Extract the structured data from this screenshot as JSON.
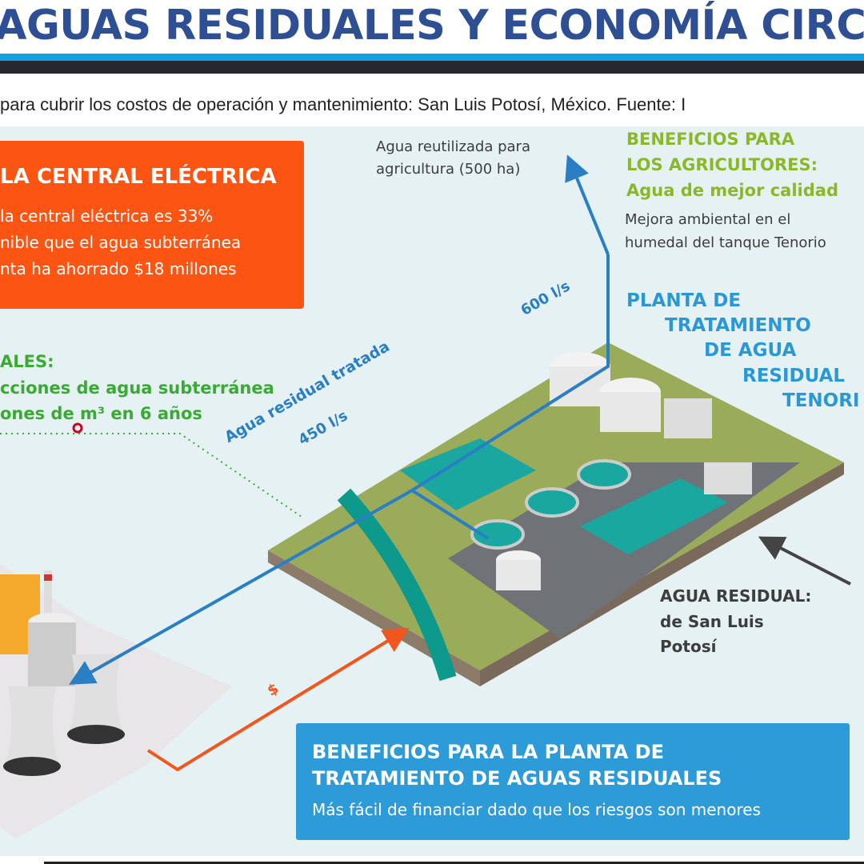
{
  "header": {
    "title": "AGUAS RESIDUALES Y ECONOMÍA CIRCU",
    "caption": "para cubrir los costos de operación y mantenimiento: San Luis Potosí, México. Fuente: I"
  },
  "power_plant_box": {
    "title": "LA CENTRAL ELÉCTRICA",
    "lines": [
      "la central eléctrica es 33%",
      "nible que el agua subterránea",
      "nta ha ahorrado $18 millones"
    ]
  },
  "environment": {
    "title": "ALES:",
    "lines": [
      "cciones de agua subterránea",
      "ones de m³ en 6 años"
    ]
  },
  "flows": {
    "treated": "Agua residual tratada",
    "flow_450": "450 l/s",
    "flow_600": "600 l/s",
    "money": "$",
    "reuse": [
      "Agua reutilizada para",
      "agricultura (500 ha)"
    ]
  },
  "farmers": {
    "title": [
      "BENEFICIOS PARA",
      "LOS AGRICULTORES:",
      "Agua de mejor calidad"
    ],
    "desc": [
      "Mejora ambiental en el",
      "humedal del tanque Tenorio"
    ]
  },
  "plant_label": [
    "PLANTA DE",
    "TRATAMIENTO",
    "DE AGUA",
    "RESIDUAL",
    "TENORI"
  ],
  "wastewater": {
    "title": "AGUA RESIDUAL:",
    "lines": [
      "de San Luis",
      "Potosí"
    ]
  },
  "plant_benefits": {
    "title": [
      "BENEFICIOS PARA LA PLANTA DE",
      "TRATAMIENTO DE AGUAS RESIDUALES"
    ],
    "desc": "Más fácil de financiar dado que los riesgos son menores"
  },
  "colors": {
    "title_blue": "#2f4f94",
    "orange": "#fc5412",
    "blue": "#2e9bd9",
    "green": "#3aaa35"
  }
}
